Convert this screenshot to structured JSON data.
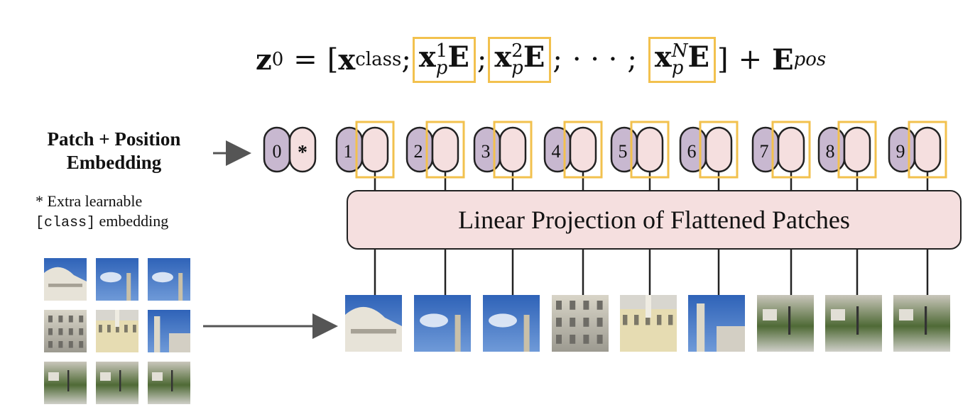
{
  "equation": {
    "lhs": "z",
    "lhs_sub": "0",
    "class_token": "x",
    "class_sub": "class",
    "patch_base": "x",
    "patch_sub": "p",
    "patch_sup": [
      "1",
      "2",
      "N"
    ],
    "embed_matrix": "E",
    "ellipsis": "· · ·",
    "pos_term": "E",
    "pos_sub": "pos"
  },
  "left_panel": {
    "title_line1": "Patch + Position",
    "title_line2": "Embedding",
    "note_line1": "* Extra learnable",
    "note_code": "[class]",
    "note_line2": " embedding"
  },
  "tokens": {
    "class_index": "0",
    "class_marker": "*",
    "patch_indices": [
      "1",
      "2",
      "3",
      "4",
      "5",
      "6",
      "7",
      "8",
      "9"
    ]
  },
  "projection": {
    "label": "Linear Projection of Flattened Patches"
  },
  "colors": {
    "token_purple": "#c8b8d0",
    "token_pink": "#f5dfdf",
    "highlight_yellow": "#f2c14e",
    "line_dark": "#222222",
    "arrow_gray": "#555555"
  }
}
